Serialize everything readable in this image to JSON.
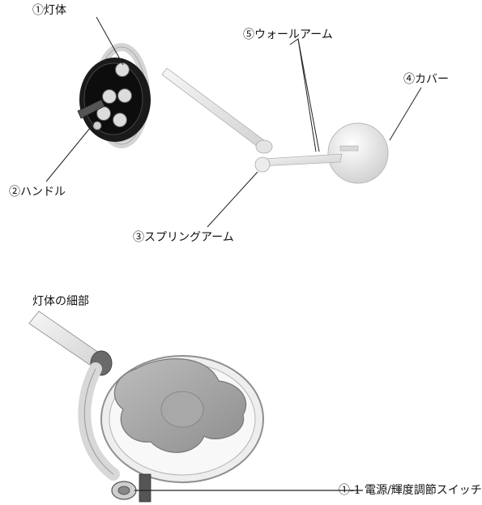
{
  "labels": {
    "light_body": "①灯体",
    "handle": "②ハンドル",
    "spring_arm": "③スプリングアーム",
    "cover": "④カバー",
    "wall_arm": "⑤ウォールアーム",
    "detail_title": "灯体の細部",
    "power_switch": "①-1 電源/輝度調節スイッチ"
  }
}
